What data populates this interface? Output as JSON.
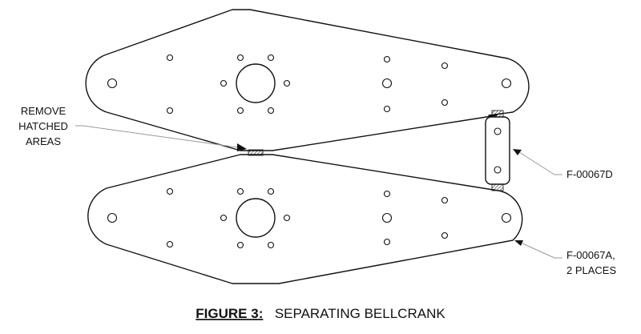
{
  "callouts": {
    "remove_hatched": [
      "REMOVE",
      "HATCHED",
      "AREAS"
    ],
    "link_part": "F-00067D",
    "plate_part": [
      "F-00067A,",
      "2 PLACES"
    ]
  },
  "caption": {
    "label": "FIGURE 3:",
    "title": "SEPARATING BELLCRANK"
  },
  "colors": {
    "line": "#111111",
    "leader": "#9a9a9a",
    "background": "#ffffff"
  }
}
